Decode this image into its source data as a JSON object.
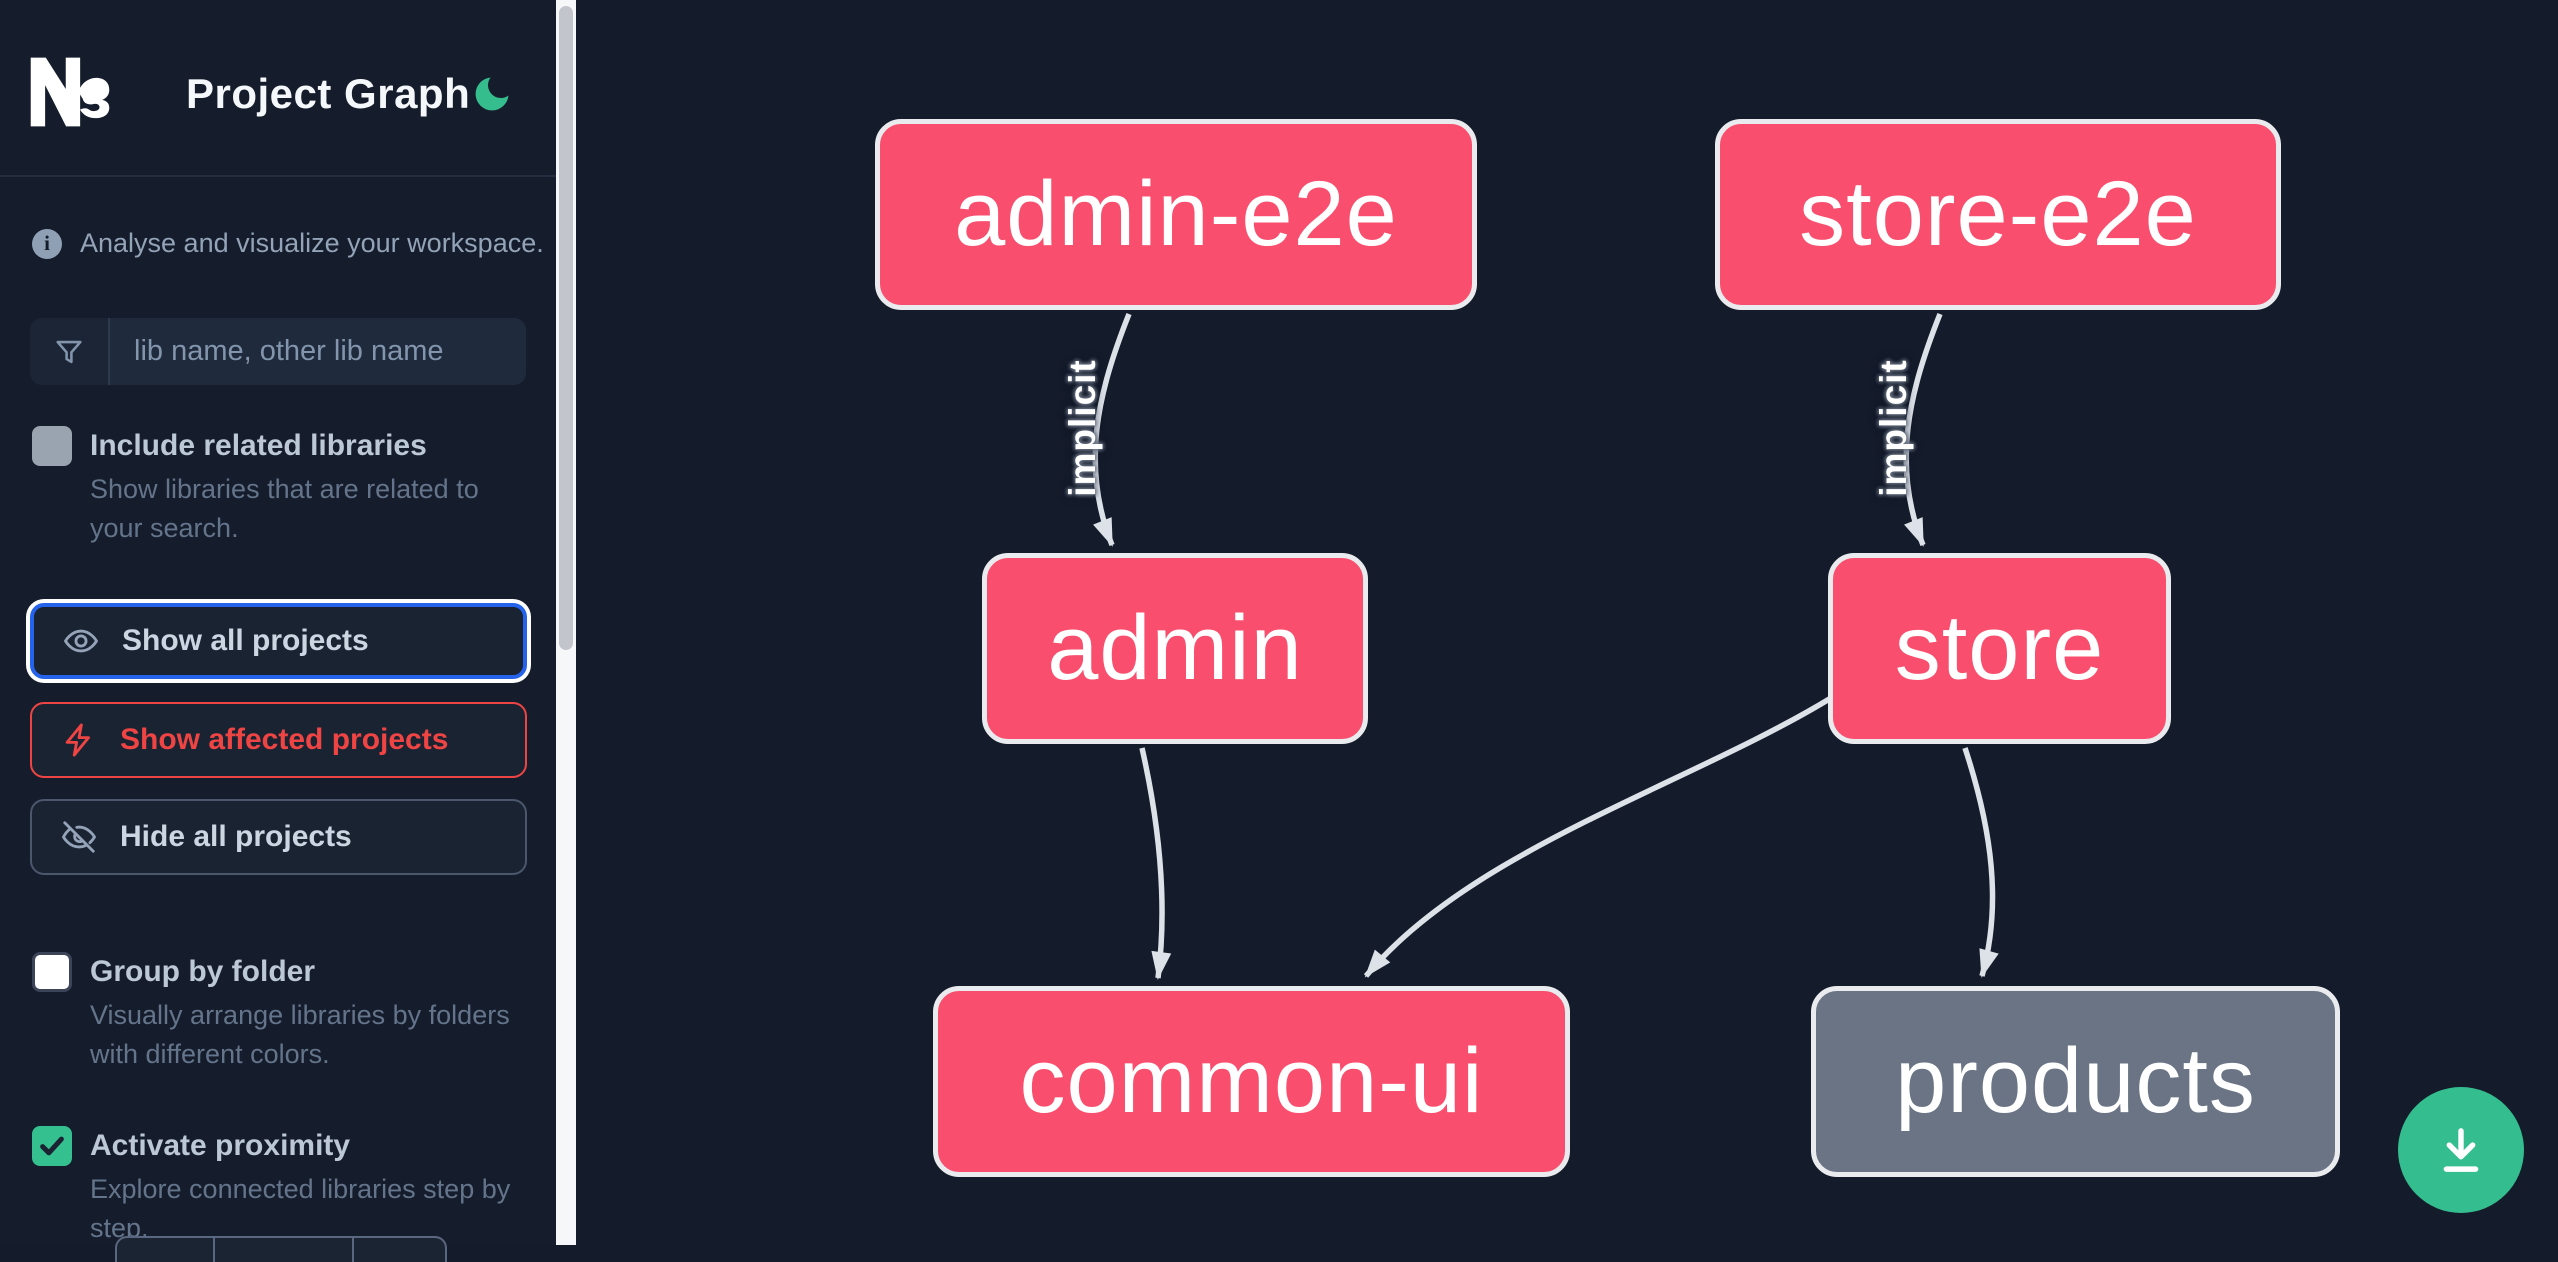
{
  "header": {
    "title": "Project Graph",
    "logo": "nx-logo",
    "theme_toggle": "moon"
  },
  "sidebar": {
    "tagline": "Analyse and visualize your workspace.",
    "search": {
      "placeholder": "lib name, other lib name",
      "value": ""
    },
    "toggles": [
      {
        "label": "Include related libraries",
        "description": "Show libraries that are related to your search.",
        "checked": false,
        "disabled": true
      },
      {
        "label": "Group by folder",
        "description": "Visually arrange libraries by folders with different colors.",
        "checked": false,
        "disabled": false
      },
      {
        "label": "Activate proximity",
        "description": "Explore connected libraries step by step.",
        "checked": true,
        "disabled": false
      }
    ],
    "actions": [
      {
        "label": "Show all projects",
        "icon": "eye",
        "state": "focused"
      },
      {
        "label": "Show affected projects",
        "icon": "bolt",
        "state": "affected"
      },
      {
        "label": "Hide all projects",
        "icon": "eye-off",
        "state": "default"
      }
    ]
  },
  "graph": {
    "nodes": [
      {
        "id": "admin-e2e",
        "label": "admin-e2e",
        "variant": "highlighted"
      },
      {
        "id": "store-e2e",
        "label": "store-e2e",
        "variant": "highlighted"
      },
      {
        "id": "admin",
        "label": "admin",
        "variant": "highlighted"
      },
      {
        "id": "store",
        "label": "store",
        "variant": "highlighted"
      },
      {
        "id": "common-ui",
        "label": "common-ui",
        "variant": "highlighted"
      },
      {
        "id": "products",
        "label": "products",
        "variant": "muted"
      }
    ],
    "edges": [
      {
        "source": "admin-e2e",
        "target": "admin",
        "label": "implicit"
      },
      {
        "source": "store-e2e",
        "target": "store",
        "label": "implicit"
      },
      {
        "source": "admin",
        "target": "common-ui",
        "label": ""
      },
      {
        "source": "store",
        "target": "common-ui",
        "label": ""
      },
      {
        "source": "store",
        "target": "products",
        "label": ""
      }
    ]
  },
  "fab": {
    "icon": "download"
  },
  "colors": {
    "background": "#141b2a",
    "accent_blue": "#2563eb",
    "affected_red": "#ef4444",
    "node_pink": "#f94e6d",
    "node_gray": "#6b7485",
    "fab_green": "#34bd8e",
    "edge_gray": "#dde1e8"
  }
}
